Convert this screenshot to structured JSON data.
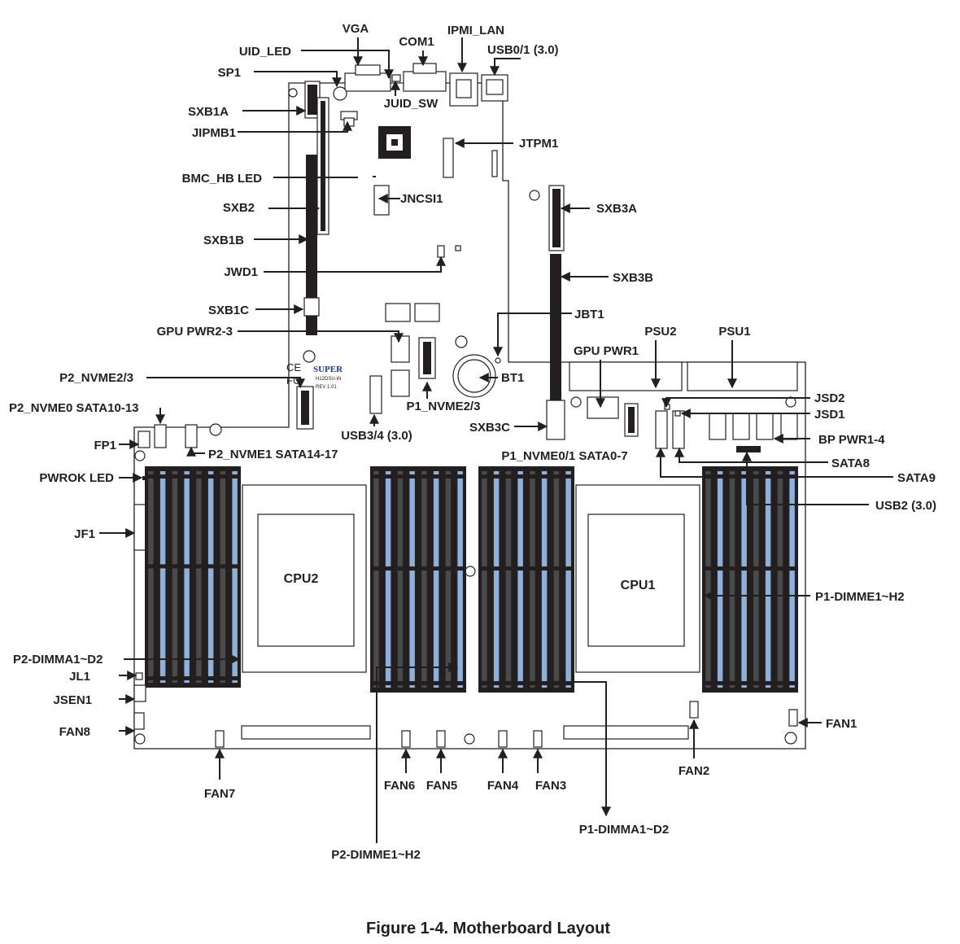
{
  "labels": {
    "vga": "VGA",
    "uid_led": "UID_LED",
    "com1": "COM1",
    "ipmi_lan": "IPMI_LAN",
    "usb01": "USB0/1 (3.0)",
    "sp1": "SP1",
    "juid_sw": "JUID_SW",
    "sxb1a": "SXB1A",
    "jipmb1": "JIPMB1",
    "jtpm1": "JTPM1",
    "bmc_hb_led": "BMC_HB LED",
    "jncsi1": "JNCSI1",
    "sxb2": "SXB2",
    "sxb3a": "SXB3A",
    "sxb1b": "SXB1B",
    "jwd1": "JWD1",
    "sxb3b": "SXB3B",
    "sxb1c": "SXB1C",
    "jbt1": "JBT1",
    "gpu_pwr23": "GPU PWR2-3",
    "psu2": "PSU2",
    "psu1": "PSU1",
    "gpu_pwr1": "GPU PWR1",
    "bt1": "BT1",
    "p2_nvme23": "P2_NVME2/3",
    "p1_nvme23": "P1_NVME2/3",
    "jsd2": "JSD2",
    "jsd1": "JSD1",
    "p2_nvme0": "P2_NVME0 SATA10-13",
    "sxb3c": "SXB3C",
    "usb34": "USB3/4 (3.0)",
    "bp_pwr": "BP PWR1-4",
    "fp1": "FP1",
    "p2_nvme1": "P2_NVME1 SATA14-17",
    "p1_nvme01": "P1_NVME0/1 SATA0-7",
    "sata8": "SATA8",
    "pwrok_led": "PWROK LED",
    "sata9": "SATA9",
    "usb2": "USB2 (3.0)",
    "jf1": "JF1",
    "cpu2": "CPU2",
    "cpu1": "CPU1",
    "p1_dimme": "P1-DIMME1~H2",
    "p2_dimma": "P2-DIMMA1~D2",
    "jl1": "JL1",
    "jsen1": "JSEN1",
    "fan1": "FAN1",
    "fan8": "FAN8",
    "fan2": "FAN2",
    "fan7": "FAN7",
    "fan6": "FAN6",
    "fan5": "FAN5",
    "fan4": "FAN4",
    "fan3": "FAN3",
    "p1_dimma": "P1-DIMMA1~D2",
    "p2_dimme": "P2-DIMME1~H2"
  },
  "board_marking": {
    "logo": "SUPER",
    "model": "H12DSU-iN",
    "rev": "REV 1.01",
    "ce": "CE",
    "fc": "FC"
  },
  "caption": "Figure 1-4. Motherboard Layout",
  "colors": {
    "line": "#231f20",
    "dimm_slot_blue": "#8fb0d9",
    "dimm_slot_dark": "#231f20",
    "logo": "#1f3a8a"
  }
}
